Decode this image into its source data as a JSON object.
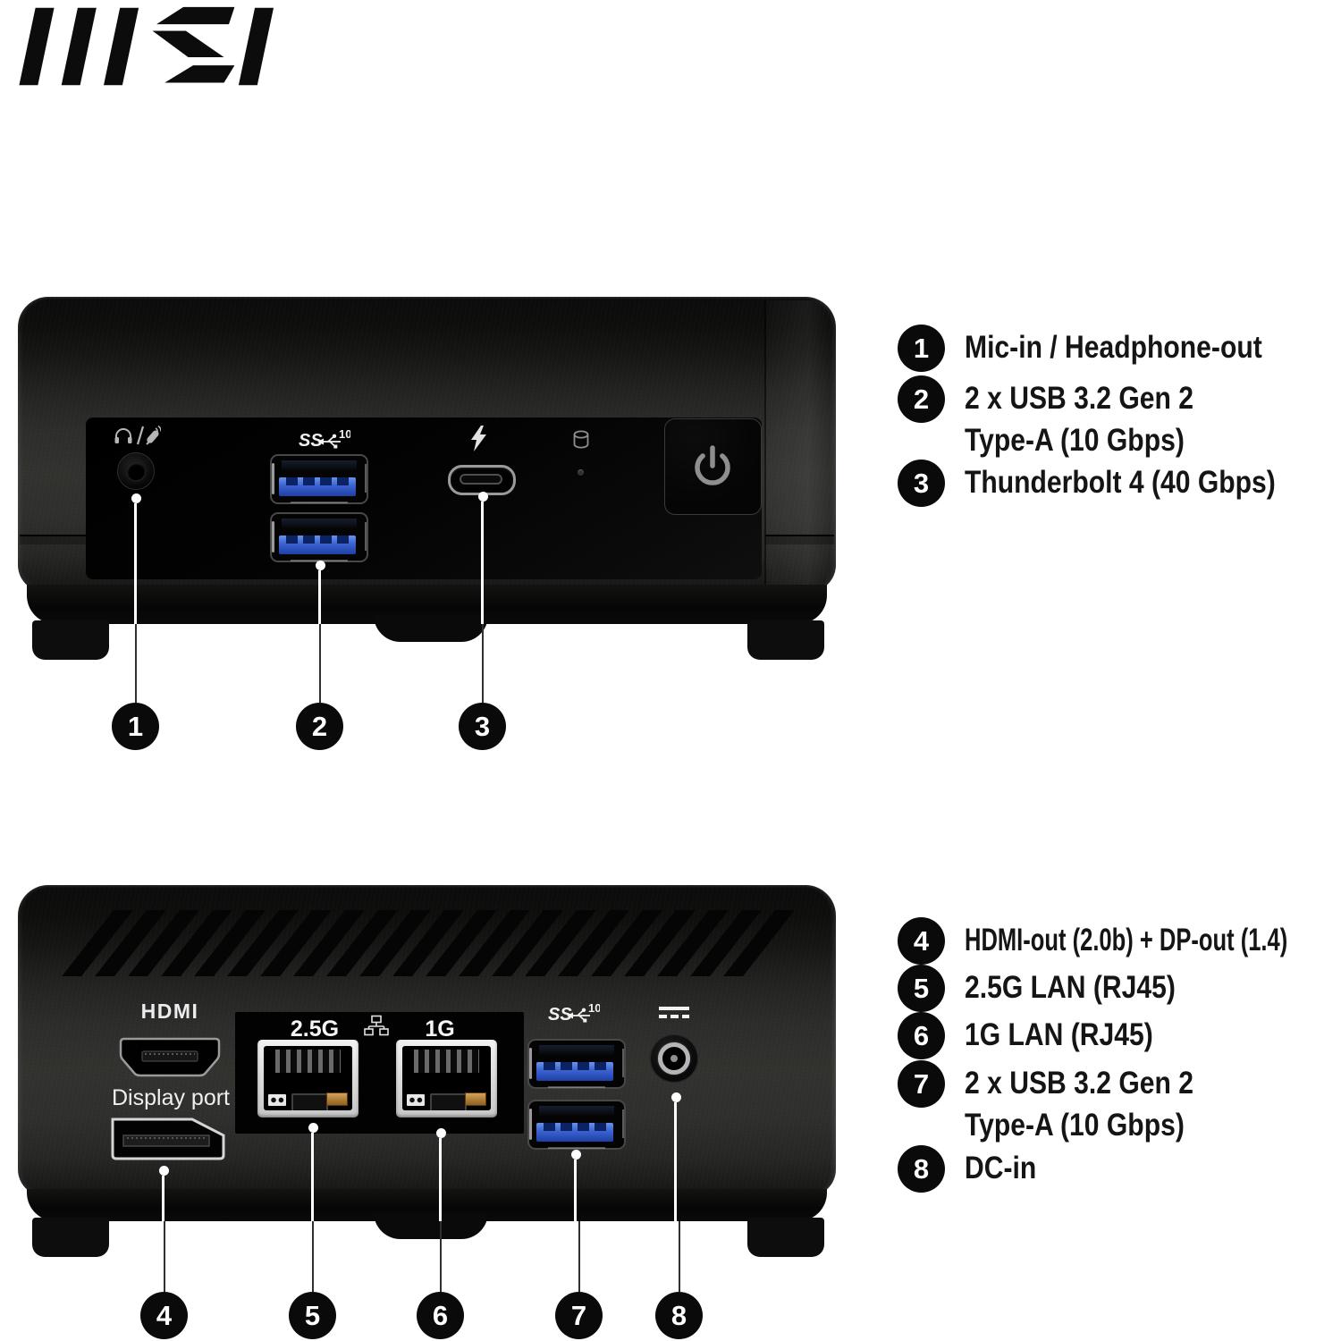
{
  "brand": {
    "name": "MSI"
  },
  "front": {
    "callouts": [
      "1",
      "2",
      "3"
    ],
    "usb_label": "SS",
    "usb_label_sup": "10"
  },
  "rear": {
    "callouts": [
      "4",
      "5",
      "6",
      "7",
      "8"
    ],
    "labels": {
      "hdmi": "HDMI",
      "displayport": "Display port",
      "lan_2_5g": "2.5G",
      "lan_1g": "1G",
      "usb": "SS",
      "usb_sup": "10"
    }
  },
  "legend_top": [
    {
      "num": "1",
      "lines": [
        "Mic-in / Headphone-out"
      ]
    },
    {
      "num": "2",
      "lines": [
        "2 x USB 3.2 Gen 2",
        "Type-A (10 Gbps)"
      ]
    },
    {
      "num": "3",
      "lines": [
        "Thunderbolt 4 (40 Gbps)"
      ]
    }
  ],
  "legend_bottom": [
    {
      "num": "4",
      "lines": [
        "HDMI-out (2.0b) + DP-out (1.4)"
      ]
    },
    {
      "num": "5",
      "lines": [
        "2.5G LAN (RJ45)"
      ]
    },
    {
      "num": "6",
      "lines": [
        "1G LAN (RJ45)"
      ]
    },
    {
      "num": "7",
      "lines": [
        "2 x USB 3.2 Gen 2",
        "Type-A (10 Gbps)"
      ]
    },
    {
      "num": "8",
      "lines": [
        "DC-in"
      ]
    }
  ],
  "colors": {
    "usb_blue": "#3a62cf",
    "lan_amber": "#b97e2a",
    "body": "#2d2d2c",
    "panel_black": "#050505",
    "text": "#151515",
    "callout_white": "#ffffff"
  }
}
